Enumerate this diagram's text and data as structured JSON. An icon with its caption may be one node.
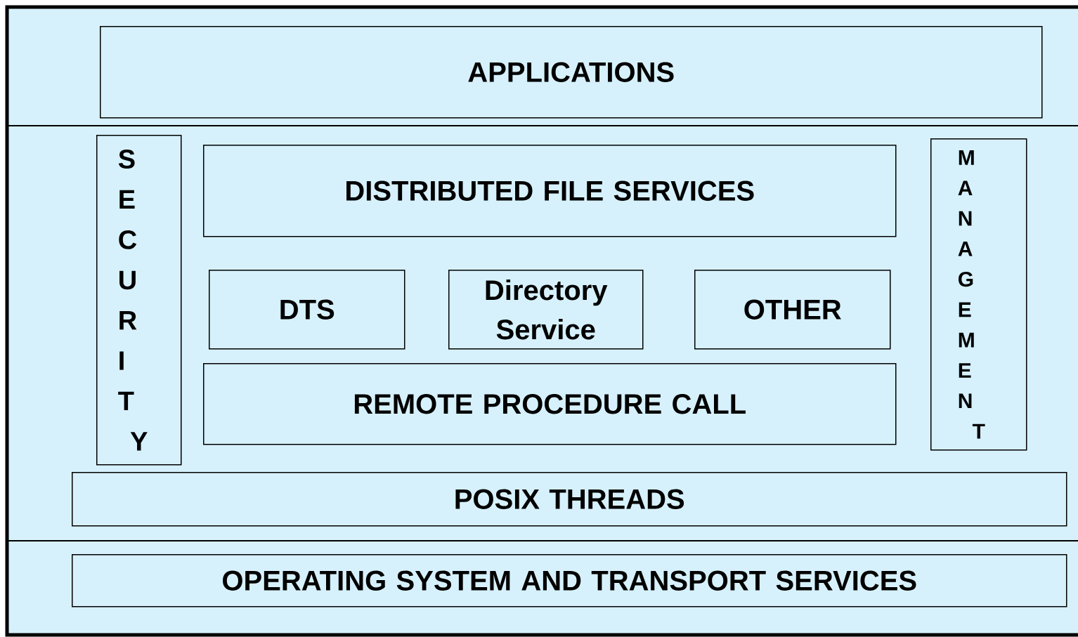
{
  "diagram": {
    "nodes": [
      {
        "text": [
          "APPLICATIONS"
        ]
      },
      {
        "text": [
          "SECURITY"
        ]
      },
      {
        "text": [
          "DISTRIBUTED FILE SERVICES"
        ]
      },
      {
        "text": [
          "DTS"
        ]
      },
      {
        "text": [
          "Directory Service"
        ]
      },
      {
        "text": [
          "OTHER"
        ]
      },
      {
        "text": [
          "REMOTE PROCEDURE CALL"
        ]
      },
      {
        "text": [
          "MANAGEMENT"
        ]
      },
      {
        "text": [
          "POSIX THREADS"
        ]
      },
      {
        "text": [
          "OPERATING SYSTEM AND TRANSPORT SERVICES"
        ]
      }
    ]
  }
}
